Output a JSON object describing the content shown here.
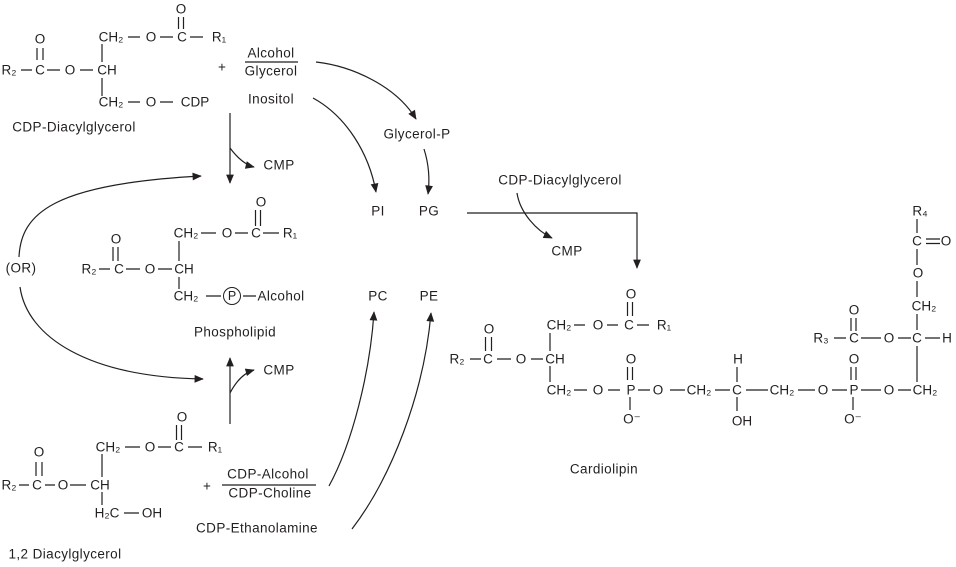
{
  "colors": {
    "background": "#ffffff",
    "ink": "#231f20"
  },
  "atoms": {
    "o": "O",
    "c": "C",
    "p": "P",
    "h": "H",
    "ch": "CH",
    "ch2": "CH₂",
    "h2c": "H₂C",
    "oh": "OH",
    "o_minus": "O⁻",
    "r1": "R₁",
    "r2": "R₂",
    "r3": "R₃",
    "r4": "R₄",
    "cdp": "CDP"
  },
  "labels": {
    "plus": "+",
    "cdp_diacylglycerol": "CDP-Diacylglycerol",
    "alcohol": "Alcohol",
    "glycerol": "Glycerol",
    "inositol": "Inositol",
    "glycerol_p": "Glycerol-P",
    "cmp": "CMP",
    "pi": "PI",
    "pg": "PG",
    "pc": "PC",
    "pe": "PE",
    "or": "(OR)",
    "phospholipid": "Phospholipid",
    "diacylglycerol_12": "1,2 Diacylglycerol",
    "cdp_alcohol": "CDP-Alcohol",
    "cdp_choline": "CDP-Choline",
    "cdp_ethanolamine": "CDP-Ethanolamine",
    "cardiolipin": "Cardiolipin"
  }
}
